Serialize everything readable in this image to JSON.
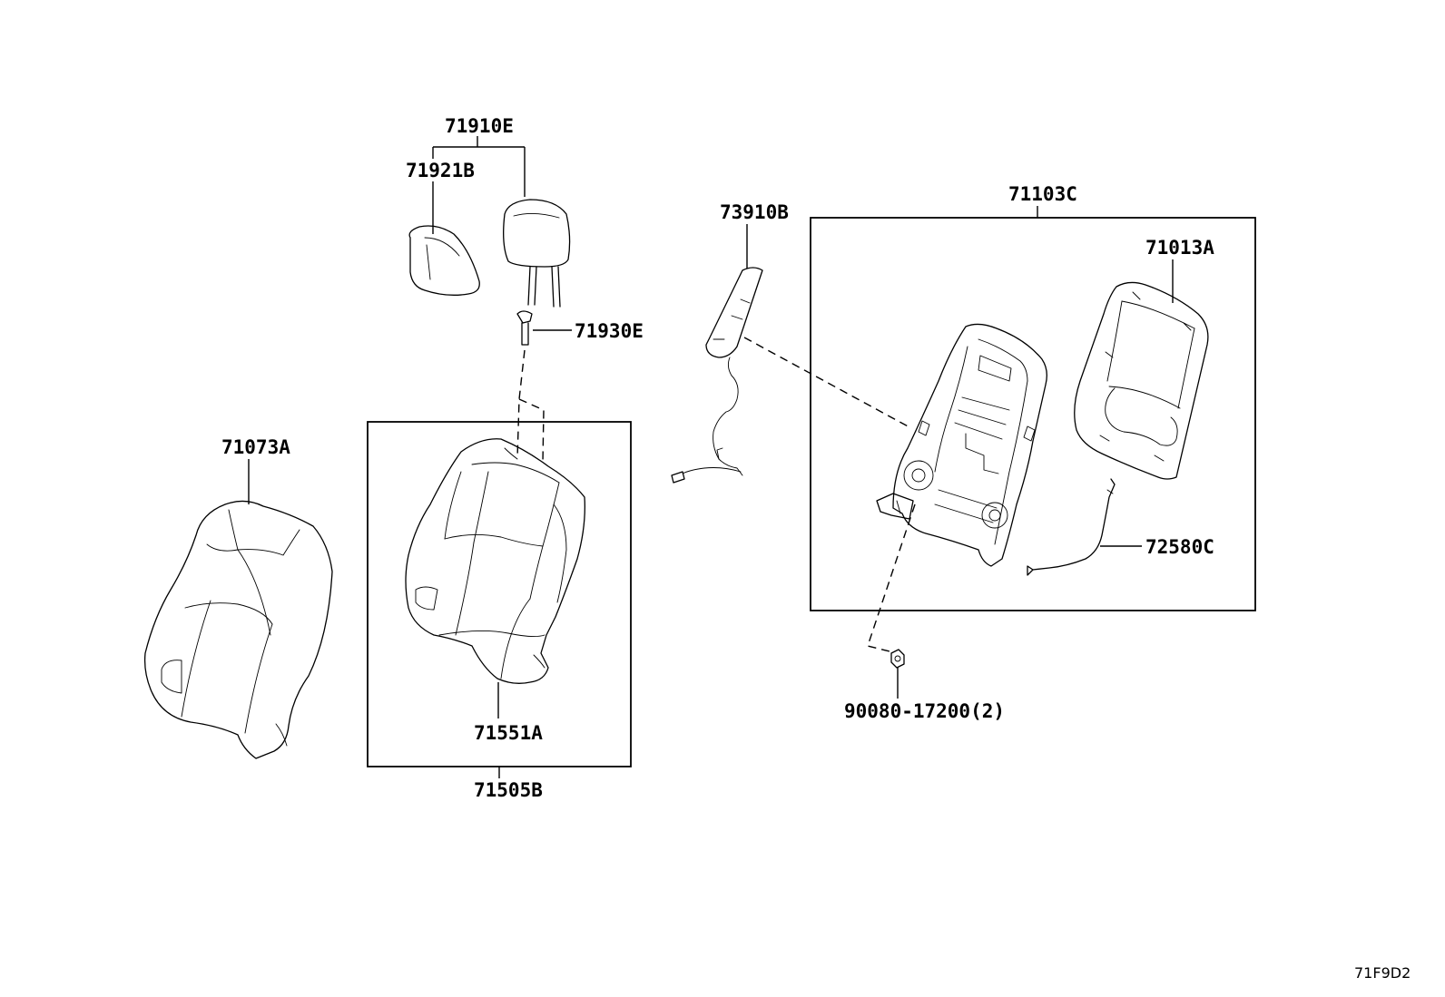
{
  "diagram": {
    "reference_code": "71F9D2",
    "parts": [
      {
        "id": "71910E",
        "label": "71910E",
        "depicts": "headrest-assembly"
      },
      {
        "id": "71921B",
        "label": "71921B",
        "depicts": "headrest-cover"
      },
      {
        "id": "71930E",
        "label": "71930E",
        "depicts": "headrest-support"
      },
      {
        "id": "73910B",
        "label": "73910B",
        "depicts": "airbag-module"
      },
      {
        "id": "71103C",
        "label": "71103C",
        "depicts": "seat-back-frame-assembly"
      },
      {
        "id": "71013A",
        "label": "71013A",
        "depicts": "seat-back-board"
      },
      {
        "id": "72580C",
        "label": "72580C",
        "depicts": "release-cable"
      },
      {
        "id": "90080-17200(2)",
        "label": "90080-17200(2)",
        "depicts": "nut"
      },
      {
        "id": "71073A",
        "label": "71073A",
        "depicts": "seat-back-cover"
      },
      {
        "id": "71551A",
        "label": "71551A",
        "depicts": "seat-back-pad"
      },
      {
        "id": "71505B",
        "label": "71505B",
        "depicts": "seat-back-pad-assembly"
      }
    ]
  }
}
